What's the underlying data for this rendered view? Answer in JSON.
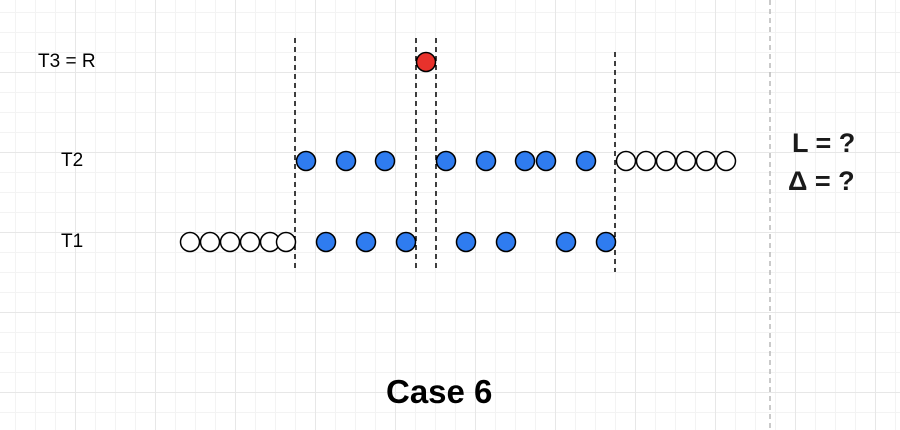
{
  "rows": {
    "t3": {
      "label": "T3 = R"
    },
    "t2": {
      "label": "T2"
    },
    "t1": {
      "label": "T1"
    }
  },
  "side": {
    "l": "L = ?",
    "delta": "Δ = ?"
  },
  "title": "Case 6",
  "colors": {
    "blue": "#2f7cf0",
    "red": "#e8322c",
    "white": "#ffffff",
    "stroke": "#000000",
    "divider": "#b8b8b8"
  }
}
